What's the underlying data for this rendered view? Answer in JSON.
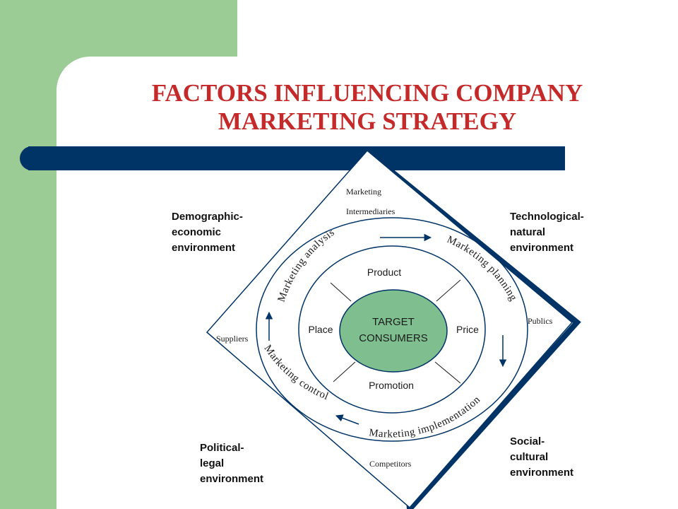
{
  "slide": {
    "title_line1": "FACTORS INFLUENCING COMPANY",
    "title_line2": "MARKETING STRATEGY"
  },
  "environments": {
    "demographic": "Demographic-\neconomic\nenvironment",
    "technological": "Technological-\nnatural\nenvironment",
    "political": "Political-\nlegal\nenvironment",
    "social": "Social-\ncultural\nenvironment"
  },
  "actors": {
    "intermediaries_line1": "Marketing",
    "intermediaries_line2": "Intermediaries",
    "suppliers": "Suppliers",
    "publics": "Publics",
    "competitors": "Competitors"
  },
  "processes": {
    "analysis": "Marketing analysis",
    "planning": "Marketing planning",
    "implementation": "Marketing implementation",
    "control": "Marketing control"
  },
  "mix": {
    "product": "Product",
    "price": "Price",
    "promotion": "Promotion",
    "place": "Place"
  },
  "center": {
    "line1": "TARGET",
    "line2": "CONSUMERS"
  },
  "colors": {
    "title": "#c42a2a",
    "navy": "#003366",
    "green_band": "#9ccc96",
    "center_fill": "#7fbf8f"
  }
}
